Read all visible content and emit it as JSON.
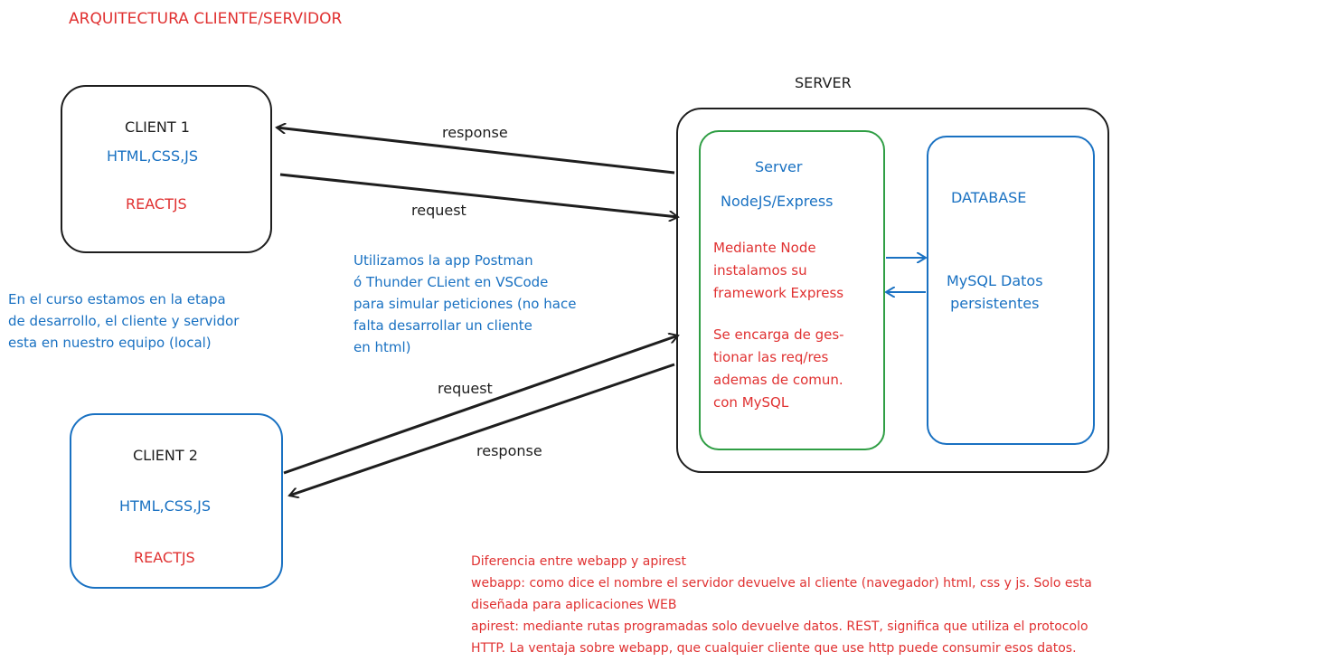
{
  "title": "ARQUITECTURA CLIENTE/SERVIDOR",
  "client1": {
    "name": "CLIENT 1",
    "tech": "HTML,CSS,JS",
    "framework": "REACTJS"
  },
  "client2": {
    "name": "CLIENT 2",
    "tech": "HTML,CSS,JS",
    "framework": "REACTJS"
  },
  "server": {
    "label": "SERVER",
    "app": {
      "title": "Server",
      "stack": "NodeJS/Express",
      "desc1": "Mediante Node\ninstalamos su\nframework Express",
      "desc2": "Se encarga de ges-\ntionar las req/res\nademas de comun.\ncon MySQL"
    },
    "database": {
      "title": "DATABASE",
      "desc": "MySQL Datos\npersistentes"
    }
  },
  "arrows": {
    "c1_response": "response",
    "c1_request": "request",
    "c2_request": "request",
    "c2_response": "response"
  },
  "notes": {
    "postman": "Utilizamos la app Postman\nó Thunder CLient en VSCode\npara simular peticiones (no hace\nfalta desarrollar un cliente\nen html)",
    "local": "En el curso estamos en la etapa\nde desarrollo, el cliente y servidor\nesta en nuestro equipo (local)",
    "diff": "Diferencia entre webapp y apirest\nwebapp: como dice el nombre el servidor devuelve al cliente (navegador) html, css y js. Solo esta\ndiseñada para aplicaciones WEB\napirest: mediante rutas programadas solo devuelve datos. REST, significa que utiliza el protocolo\nHTTP. La ventaja sobre webapp, que cualquier cliente que use http puede consumir esos datos."
  }
}
